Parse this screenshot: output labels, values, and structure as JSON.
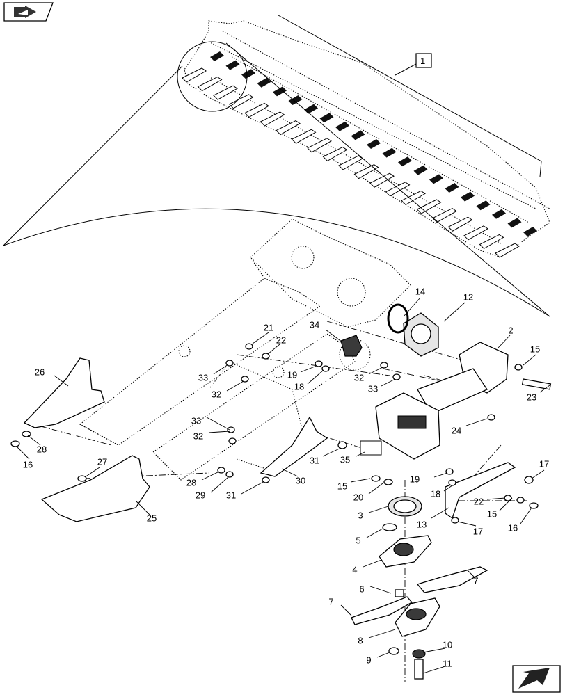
{
  "nav": {
    "top_icon": "book-arrow-icon",
    "bottom_icon": "next-page-arrow-icon"
  },
  "callouts": {
    "assembly": "1",
    "parts": [
      "2",
      "3",
      "4",
      "5",
      "6",
      "7",
      "7",
      "8",
      "9",
      "10",
      "11",
      "12",
      "13",
      "14",
      "15",
      "15",
      "15",
      "16",
      "16",
      "17",
      "17",
      "18",
      "18",
      "19",
      "19",
      "20",
      "21",
      "22",
      "22",
      "23",
      "24",
      "25",
      "26",
      "27",
      "28",
      "28",
      "29",
      "30",
      "31",
      "31",
      "32",
      "32",
      "32",
      "33",
      "33",
      "33",
      "34",
      "35"
    ]
  }
}
